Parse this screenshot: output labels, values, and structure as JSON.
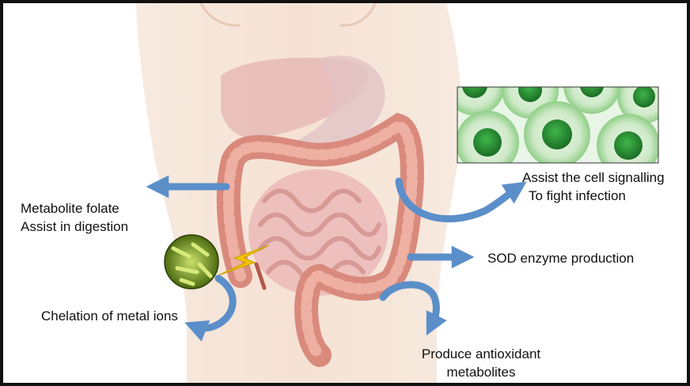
{
  "labels": {
    "left_top_line1": "Metabolite folate",
    "left_top_line2": "Assist in digestion",
    "left_bottom": "Chelation of metal ions",
    "right_top_line1": "Assist the cell signalling",
    "right_top_line2": "To fight infection",
    "right_middle": "SOD enzyme production",
    "bottom_line1": "Produce antioxidant",
    "bottom_line2": "metabolites"
  },
  "icons": {
    "torso": "human-torso-illustration",
    "liver": "liver-illustration",
    "stomach": "stomach-illustration",
    "colon": "large-intestine-illustration",
    "small_intestine": "small-intestine-illustration",
    "bacteria": "bacteria-cluster-image",
    "cells": "green-cells-image",
    "lightning": "lightning-bolt-icon"
  },
  "colors": {
    "arrow": "#5b8fc9",
    "skin": "#f1d9c8",
    "colon": "#d98a7c",
    "cells": "#2f9e3a",
    "bacteria": "#7fb52a",
    "bolt": "#f2c200"
  }
}
